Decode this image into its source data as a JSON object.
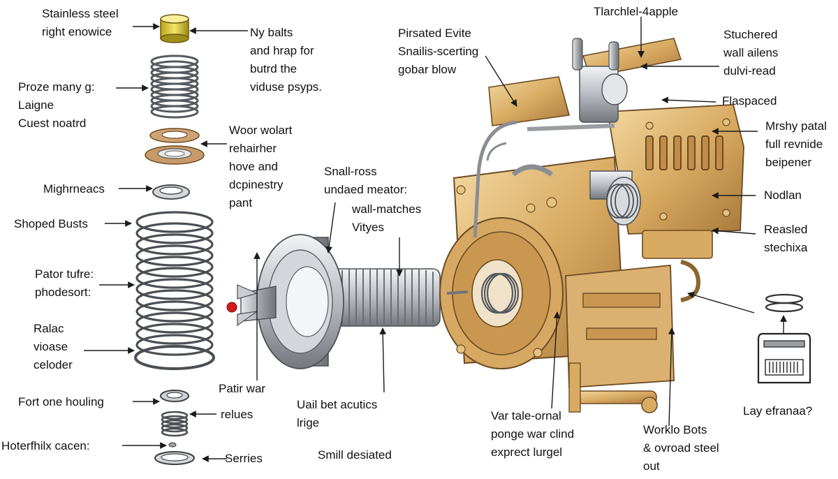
{
  "colors": {
    "gold": "#d9ab62",
    "gold_dark": "#a9783a",
    "gold_light": "#f0d39b",
    "steel": "#b8bcc2",
    "steel_dark": "#6f7378",
    "spring": "#555a60",
    "line": "#1a1a1a",
    "accent_red": "#d21a1a"
  },
  "labels": {
    "l01": [
      "Stainless steel",
      "right enowice"
    ],
    "l02": [
      "Ny balts",
      "and hrap for",
      "butrd the",
      "viduse psyps."
    ],
    "l03": [
      "Proze many g:",
      "Laigne",
      "Cuest noatrd"
    ],
    "l04": [
      "Woor wolart",
      "rehairher",
      "hove and",
      "dcpinestry",
      "pant"
    ],
    "l05": [
      "Mighrneacs"
    ],
    "l06": [
      "Shoped Busts"
    ],
    "l07": [
      "Pator tufre:",
      "phodesort:"
    ],
    "l08": [
      "Ralac",
      "vioase",
      "celoder"
    ],
    "l09": [
      "Fort one houling"
    ],
    "l10": [
      "relues"
    ],
    "l11": [
      "Hoterfhilx cacen:"
    ],
    "l12": [
      "Serries"
    ],
    "l13": [
      "Patir war"
    ],
    "l14": [
      "Snall-ross",
      "undaed meator:"
    ],
    "l15": [
      "wall-matches",
      "Vityes"
    ],
    "l16": [
      "Uail bet acutics",
      "lrige"
    ],
    "l17": [
      "Smill desiated"
    ],
    "l18": [
      "Pirsated Evite",
      "Snailis-scerting",
      "gobar blow"
    ],
    "l19": [
      "Tlarchlel-4apple"
    ],
    "l20": [
      "Stuchered",
      "wall ailens",
      "dulvi-read"
    ],
    "l21": [
      "Flaspaced"
    ],
    "l22": [
      "Mrshy patal",
      "full revnide",
      "beipener"
    ],
    "l23": [
      "Nodlan"
    ],
    "l24": [
      "Reasled",
      "stechixa"
    ],
    "l25": [
      "Var tale-ornal",
      "ponge war clind",
      "exprect lurgel"
    ],
    "l26": [
      "Worklo Bots",
      "& ovroad steel",
      "out"
    ],
    "l27": [
      "Lay efranaa?"
    ]
  }
}
